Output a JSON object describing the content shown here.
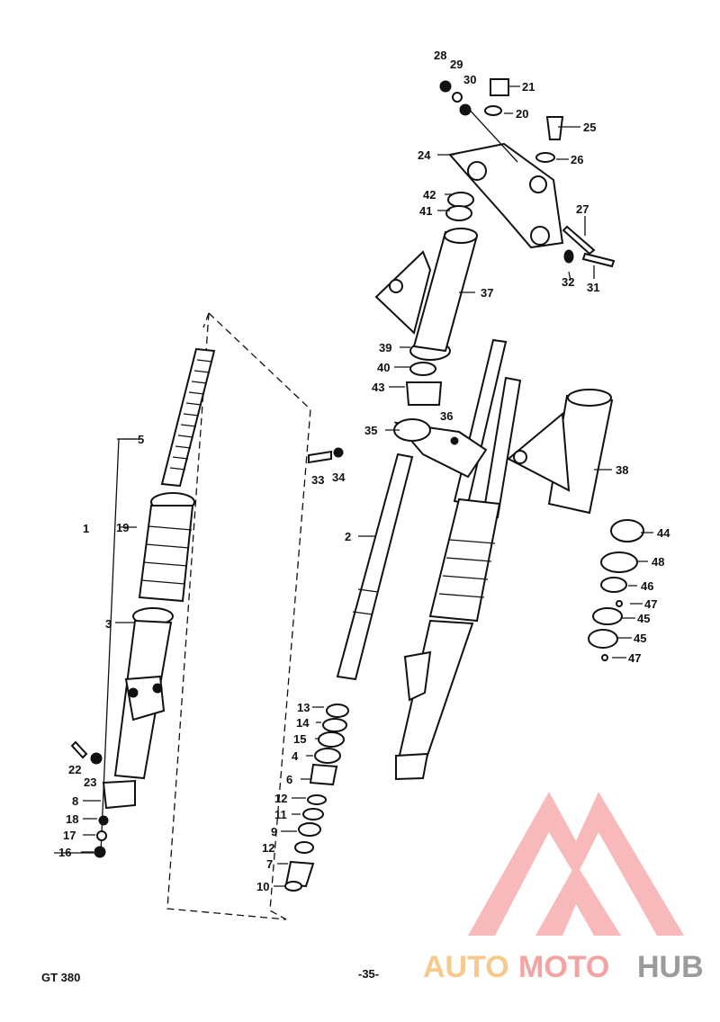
{
  "parts": [
    {
      "id": "p1",
      "label": "1"
    },
    {
      "id": "p2",
      "label": "2"
    },
    {
      "id": "p3",
      "label": "3"
    },
    {
      "id": "p4",
      "label": "4"
    },
    {
      "id": "p5",
      "label": "5"
    },
    {
      "id": "p6",
      "label": "6"
    },
    {
      "id": "p7",
      "label": "7"
    },
    {
      "id": "p8",
      "label": "8"
    },
    {
      "id": "p9",
      "label": "9"
    },
    {
      "id": "p10",
      "label": "10"
    },
    {
      "id": "p11",
      "label": "11"
    },
    {
      "id": "p12a",
      "label": "12"
    },
    {
      "id": "p12b",
      "label": "12"
    },
    {
      "id": "p13",
      "label": "13"
    },
    {
      "id": "p14",
      "label": "14"
    },
    {
      "id": "p15",
      "label": "15"
    },
    {
      "id": "p16",
      "label": "16"
    },
    {
      "id": "p17",
      "label": "17"
    },
    {
      "id": "p18",
      "label": "18"
    },
    {
      "id": "p19",
      "label": "19"
    },
    {
      "id": "p20",
      "label": "20"
    },
    {
      "id": "p21",
      "label": "21"
    },
    {
      "id": "p22",
      "label": "22"
    },
    {
      "id": "p23",
      "label": "23"
    },
    {
      "id": "p24",
      "label": "24"
    },
    {
      "id": "p25",
      "label": "25"
    },
    {
      "id": "p26",
      "label": "26"
    },
    {
      "id": "p27",
      "label": "27"
    },
    {
      "id": "p28",
      "label": "28"
    },
    {
      "id": "p29",
      "label": "29"
    },
    {
      "id": "p30",
      "label": "30"
    },
    {
      "id": "p31",
      "label": "31"
    },
    {
      "id": "p32",
      "label": "32"
    },
    {
      "id": "p33",
      "label": "33"
    },
    {
      "id": "p34",
      "label": "34"
    },
    {
      "id": "p35",
      "label": "35"
    },
    {
      "id": "p36",
      "label": "36"
    },
    {
      "id": "p37",
      "label": "37"
    },
    {
      "id": "p38",
      "label": "38"
    },
    {
      "id": "p39",
      "label": "39"
    },
    {
      "id": "p40",
      "label": "40"
    },
    {
      "id": "p41",
      "label": "41"
    },
    {
      "id": "p42",
      "label": "42"
    },
    {
      "id": "p43",
      "label": "43"
    },
    {
      "id": "p44",
      "label": "44"
    },
    {
      "id": "p45a",
      "label": "45"
    },
    {
      "id": "p45b",
      "label": "45"
    },
    {
      "id": "p46",
      "label": "46"
    },
    {
      "id": "p47a",
      "label": "47"
    },
    {
      "id": "p47b",
      "label": "47"
    },
    {
      "id": "p48",
      "label": "48"
    }
  ],
  "footer": {
    "model": "GT 380",
    "page": "-35-"
  },
  "watermark": {
    "part1": "AUTO",
    "part2": "MOTO",
    "part3": "HUB",
    "color1": "#f7c98a",
    "color2": "#f4a3a3",
    "color3": "#9b9b9b",
    "logo_color": "#f4a3a3"
  }
}
